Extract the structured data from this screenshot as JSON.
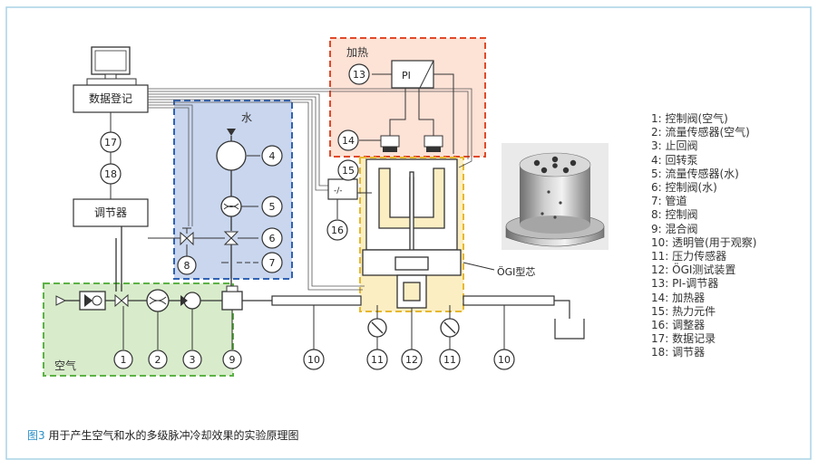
{
  "zones": {
    "water": "水",
    "heating": "加热",
    "air": "空气"
  },
  "boxes": {
    "data_logger": "数据登记",
    "regulator": "调节器",
    "pi": "PI",
    "regulator_symbol": "-/-"
  },
  "nodes": [
    "1",
    "2",
    "3",
    "4",
    "5",
    "6",
    "7",
    "8",
    "9",
    "10",
    "11",
    "12",
    "13",
    "14",
    "15",
    "16",
    "17",
    "18",
    "10",
    "11"
  ],
  "core_label": "ÖGI型芯",
  "legend": [
    "1:  控制阀(空气)",
    "2:  流量传感器(空气)",
    "3:  止回阀",
    "4:  回转泵",
    "5:  流量传感器(水)",
    "6:  控制阀(水)",
    "7:  管道",
    "8:  控制阀",
    "9:  混合阀",
    "10: 透明管(用于观察)",
    "11:  压力传感器",
    "12: ÖGI测试装置",
    "13: PI-调节器",
    "14: 加热器",
    "15: 热力元件",
    "16: 调整器",
    "17: 数据记录",
    "18: 调节器"
  ],
  "caption": {
    "fig": "图3",
    "text": "用于产生空气和水的多级脉冲冷却效果的实验原理图"
  },
  "colors": {
    "water_zone": "#c9d6ee",
    "heating_zone": "#fde2d6",
    "air_zone": "#d8eccb",
    "device_zone": "#fbeec2",
    "frame": "#a8d4e6"
  }
}
